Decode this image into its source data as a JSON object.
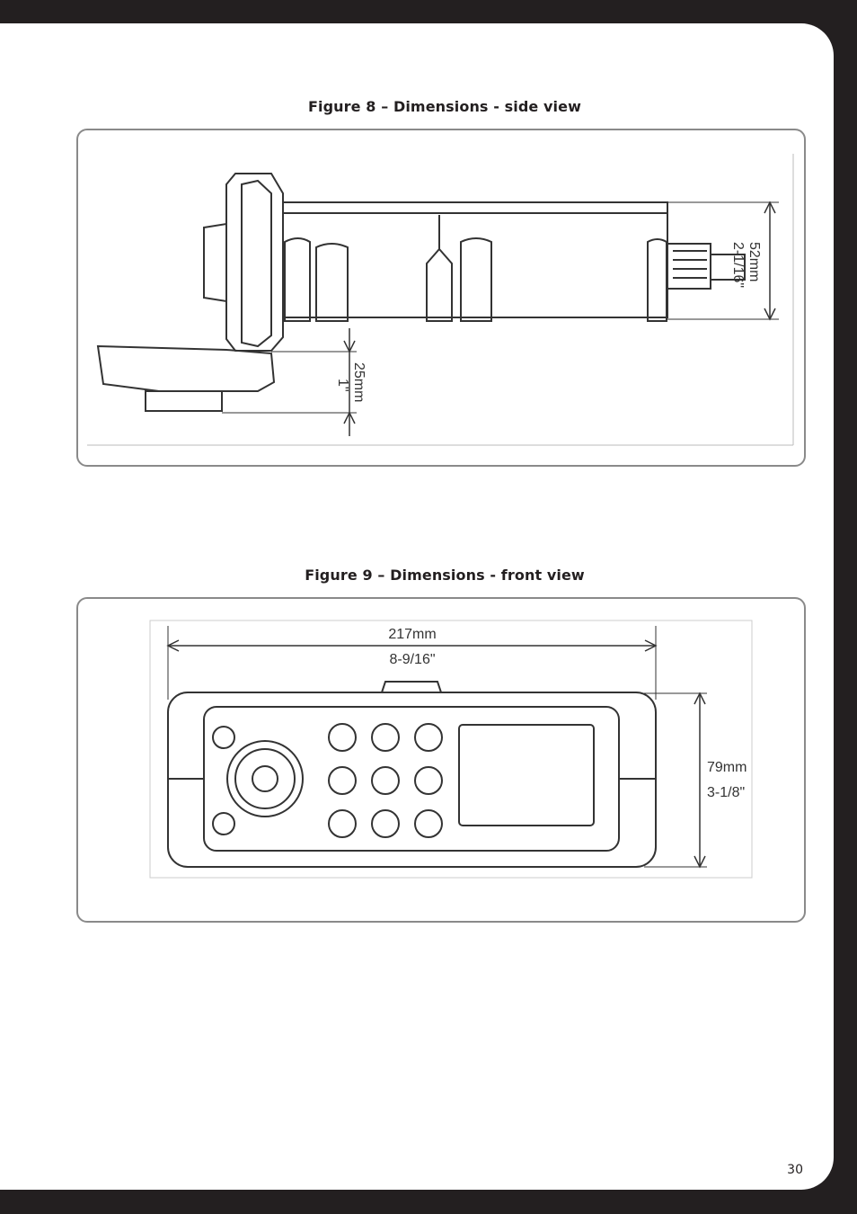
{
  "figures": [
    {
      "caption": "Figure 8  –  Dimensions - side view",
      "dims": {
        "height_mm": "52mm",
        "height_in": "2-1/16\"",
        "depth_mm": "25mm",
        "depth_in": "1\""
      }
    },
    {
      "caption": "Figure 9  –  Dimensions - front view",
      "dims": {
        "width_mm": "217mm",
        "width_in": "8-9/16\"",
        "height_mm": "79mm",
        "height_in": "3-1/8\""
      }
    }
  ],
  "page_number": "30"
}
